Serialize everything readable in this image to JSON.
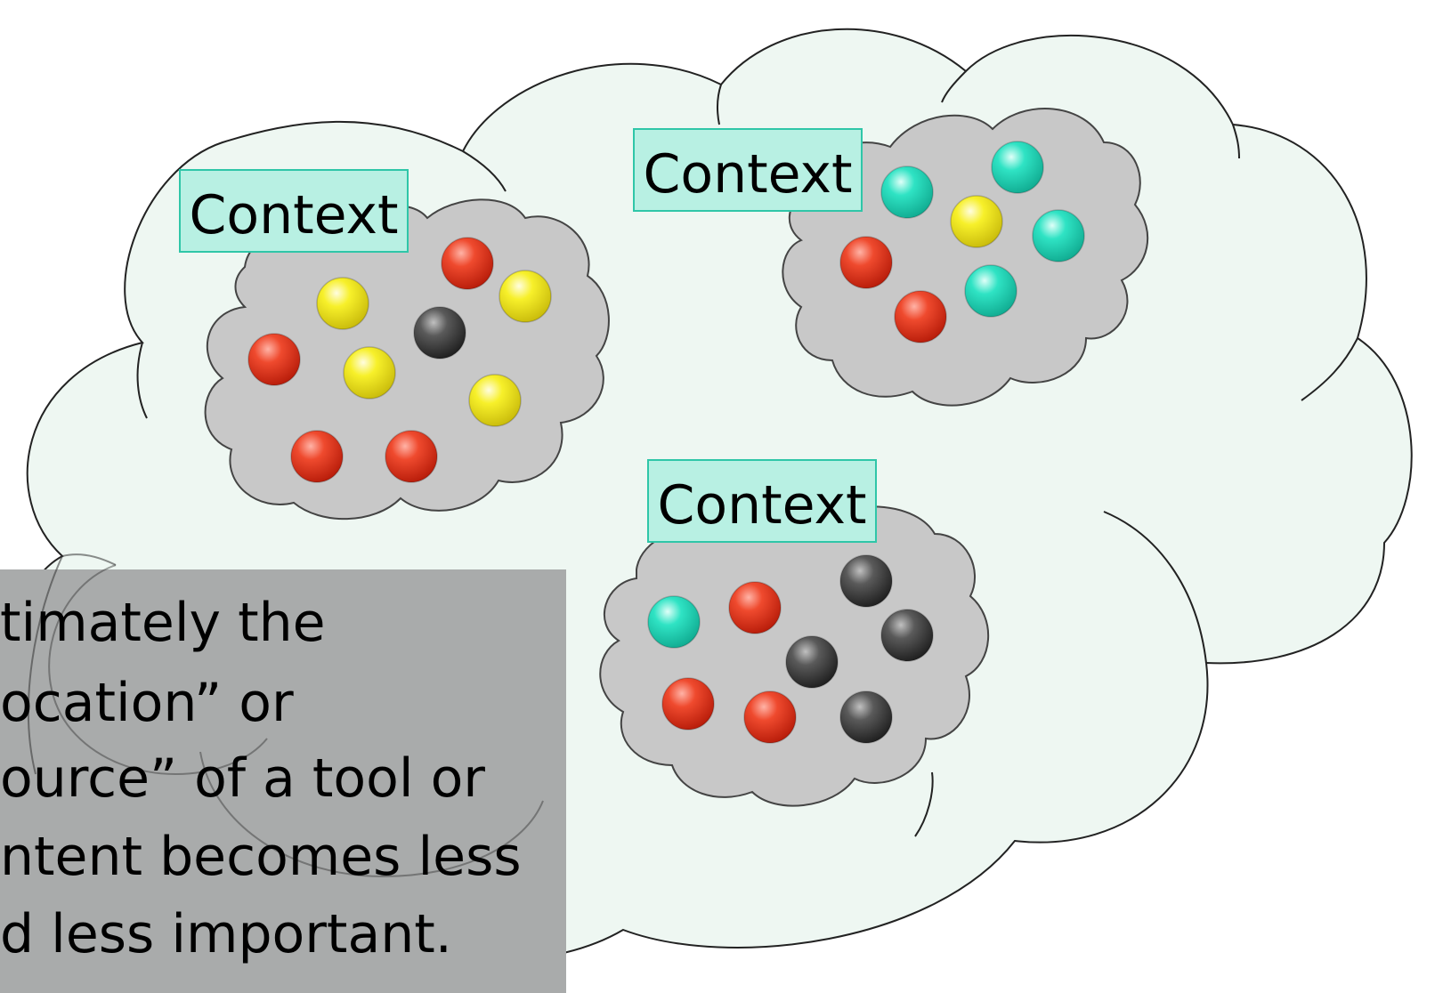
{
  "colors": {
    "big_cloud_fill": "#eef7f2",
    "small_cloud_fill": "#c8c8c8",
    "label_fill": "#b8f0e3",
    "label_stroke": "#2fc6a8",
    "caption_box": "#a9abab",
    "red": "#e8321b",
    "yellow": "#f2ec1a",
    "teal": "#22d9bb",
    "dark": "#444444"
  },
  "contexts": [
    {
      "label": "Context",
      "dots": [
        "red",
        "yellow",
        "dark",
        "yellow",
        "red",
        "yellow",
        "yellow",
        "red",
        "red"
      ]
    },
    {
      "label": "Context",
      "dots": [
        "teal",
        "teal",
        "yellow",
        "teal",
        "red",
        "teal",
        "red"
      ]
    },
    {
      "label": "Context",
      "dots": [
        "teal",
        "red",
        "dark",
        "dark",
        "dark",
        "red",
        "red",
        "dark"
      ]
    }
  ],
  "caption": {
    "lines": [
      "timately the",
      "ocation” or",
      "ource” of a tool or",
      "ntent becomes less",
      "d less important."
    ]
  }
}
